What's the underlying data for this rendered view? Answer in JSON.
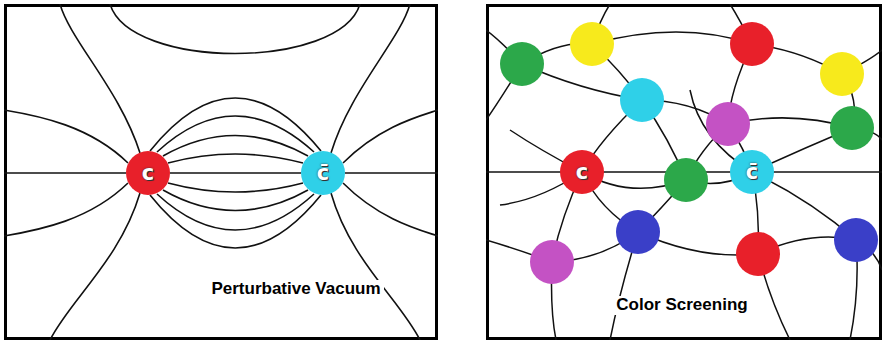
{
  "diagram": {
    "nodes": [
      {
        "text": [
          "Perturbative Vacuum"
        ]
      },
      {
        "text": [
          "c"
        ],
        "in": 0
      },
      {
        "text": [
          "c̄"
        ],
        "in": 0
      },
      {
        "text": [
          "Color Screening"
        ]
      },
      {
        "text": [
          "c"
        ],
        "in": 3
      },
      {
        "text": [
          "c̄"
        ],
        "in": 3
      }
    ],
    "edges": [
      {
        "from": 1,
        "to": 2,
        "arrow": "none"
      }
    ]
  }
}
